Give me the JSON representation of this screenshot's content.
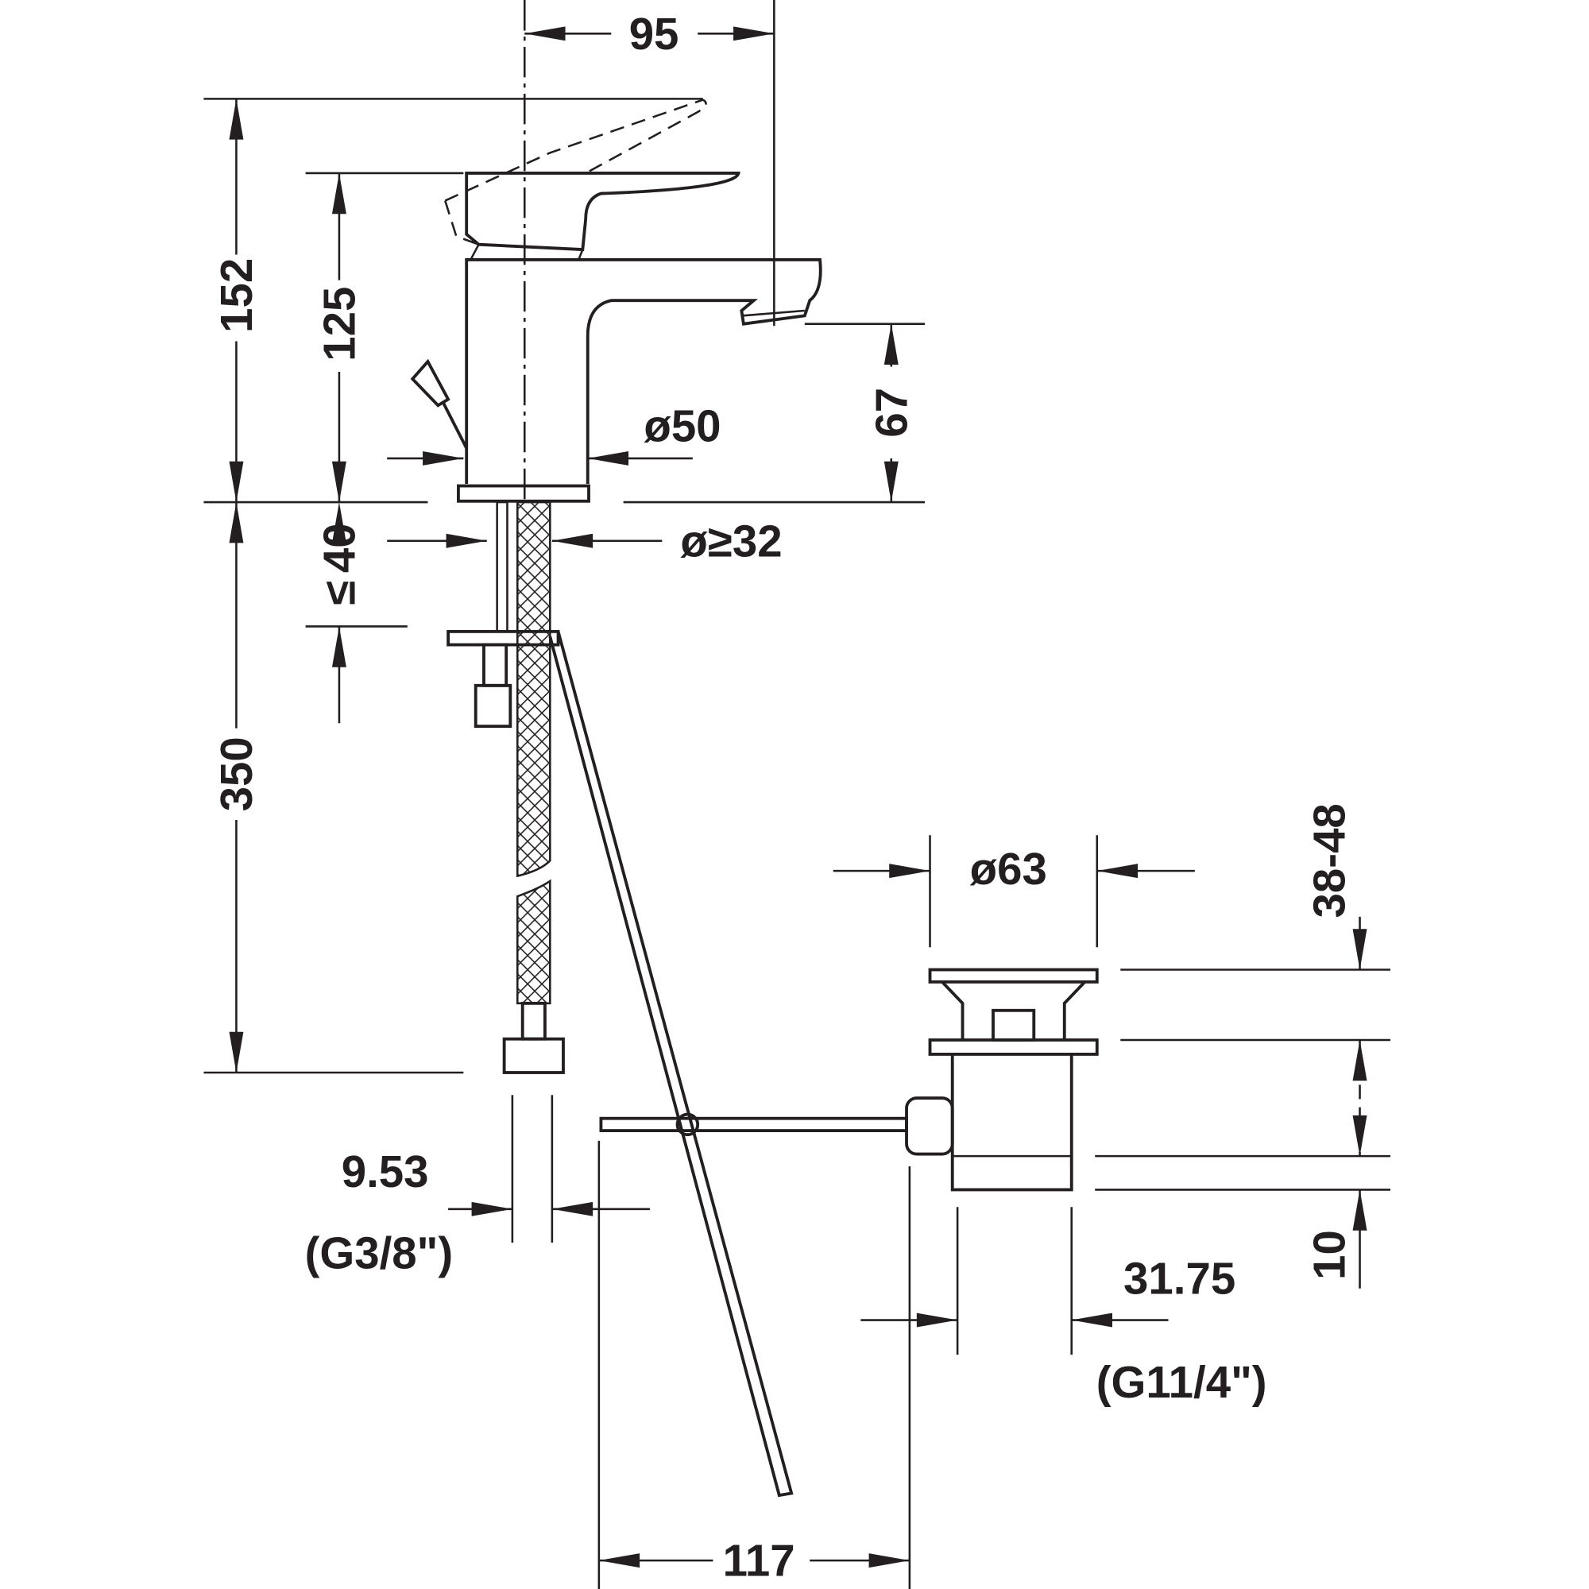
{
  "drawing": {
    "title": "Single lever basin mixer with pop-up waste - dimension drawing",
    "dimensions": {
      "spout_reach": "95",
      "total_height": "152",
      "body_height": "125",
      "spout_height": "67",
      "body_diameter": "ø50",
      "hole_diameter": "ø≥32",
      "deck_thickness": "40",
      "deck_thickness_prefix": "≤",
      "hose_length": "350",
      "hose_connection": "9.53",
      "hose_thread": "(G3/8\")",
      "rod_distance": "117",
      "waste_diameter": "ø63",
      "basin_thickness": "38-48",
      "waste_offset": "10",
      "waste_outlet": "31.75",
      "waste_thread": "(G11/4\")"
    }
  }
}
